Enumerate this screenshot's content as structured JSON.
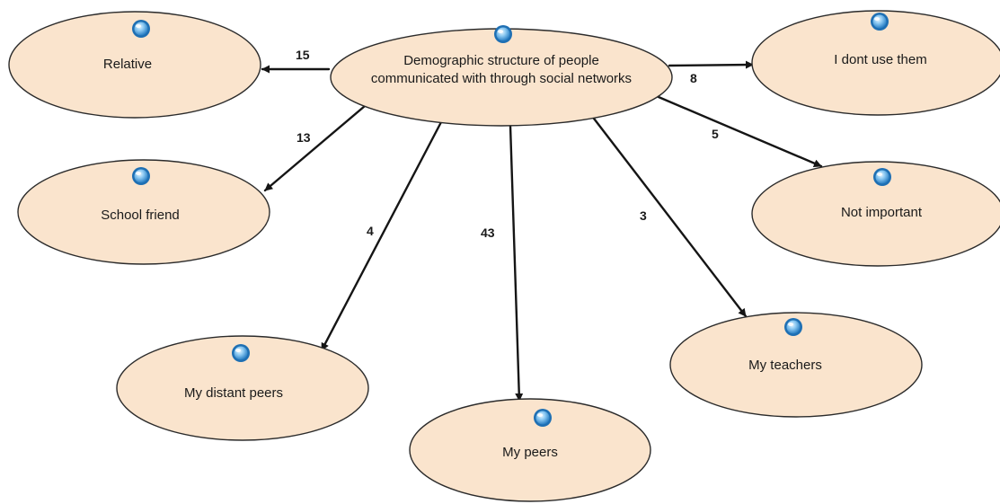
{
  "diagram": {
    "central": "Demographic structure of people communicated with through social networks",
    "central_lines": [
      "Demographic structure of people",
      "communicated with through social networks"
    ],
    "nodes": [
      {
        "id": "relative",
        "label": "Relative"
      },
      {
        "id": "school-friend",
        "label": "School friend"
      },
      {
        "id": "my-distant-peers",
        "label": "My distant peers"
      },
      {
        "id": "my-peers",
        "label": "My peers"
      },
      {
        "id": "my-teachers",
        "label": "My teachers"
      },
      {
        "id": "not-important",
        "label": "Not important"
      },
      {
        "id": "i-dont-use-them",
        "label": "I dont use them"
      }
    ],
    "edges": [
      {
        "to": "relative",
        "label": "15"
      },
      {
        "to": "school-friend",
        "label": "13"
      },
      {
        "to": "my-distant-peers",
        "label": "4"
      },
      {
        "to": "my-peers",
        "label": "43"
      },
      {
        "to": "my-teachers",
        "label": "3"
      },
      {
        "to": "not-important",
        "label": "5"
      },
      {
        "to": "i-dont-use-them",
        "label": "8"
      }
    ]
  },
  "colors": {
    "node_fill": "#fae4cd",
    "node_stroke": "#2b2b2b",
    "edge": "#151515",
    "orb": "#1e6fb3"
  },
  "icons": {
    "node_marker": "blue-orb-icon",
    "edge_head": "arrowhead-icon"
  }
}
